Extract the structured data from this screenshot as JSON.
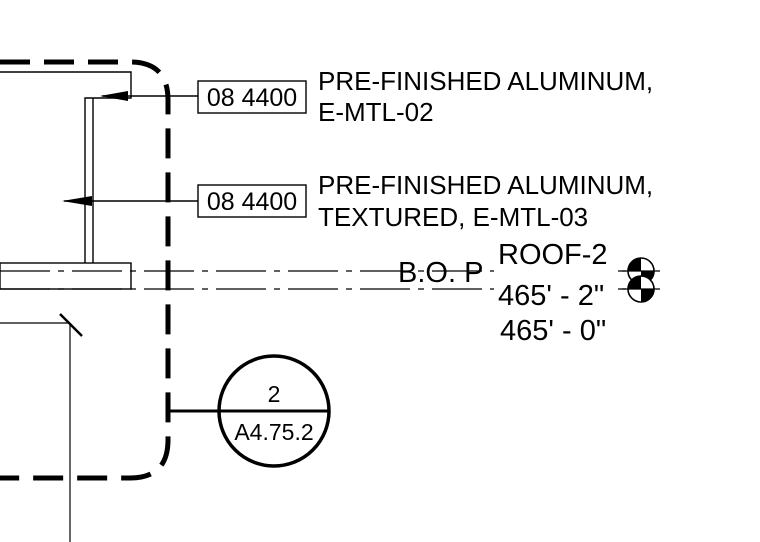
{
  "drawing": {
    "background": "#ffffff",
    "line_color": "#000000",
    "keynotes": [
      {
        "tag": "08 4400",
        "line1": "PRE-FINISHED ALUMINUM,",
        "line2": "E-MTL-02"
      },
      {
        "tag": "08 4400",
        "line1": "PRE-FINISHED ALUMINUM,",
        "line2": "TEXTURED, E-MTL-03"
      }
    ],
    "level_marker": {
      "label_behind": "B.O. P",
      "name": "ROOF-2",
      "elevation": "465' - 2\"",
      "elevation_below_partial": "465' - 0\""
    },
    "section_callout": {
      "detail_number": "2",
      "sheet_number": "A4.75.2"
    }
  }
}
